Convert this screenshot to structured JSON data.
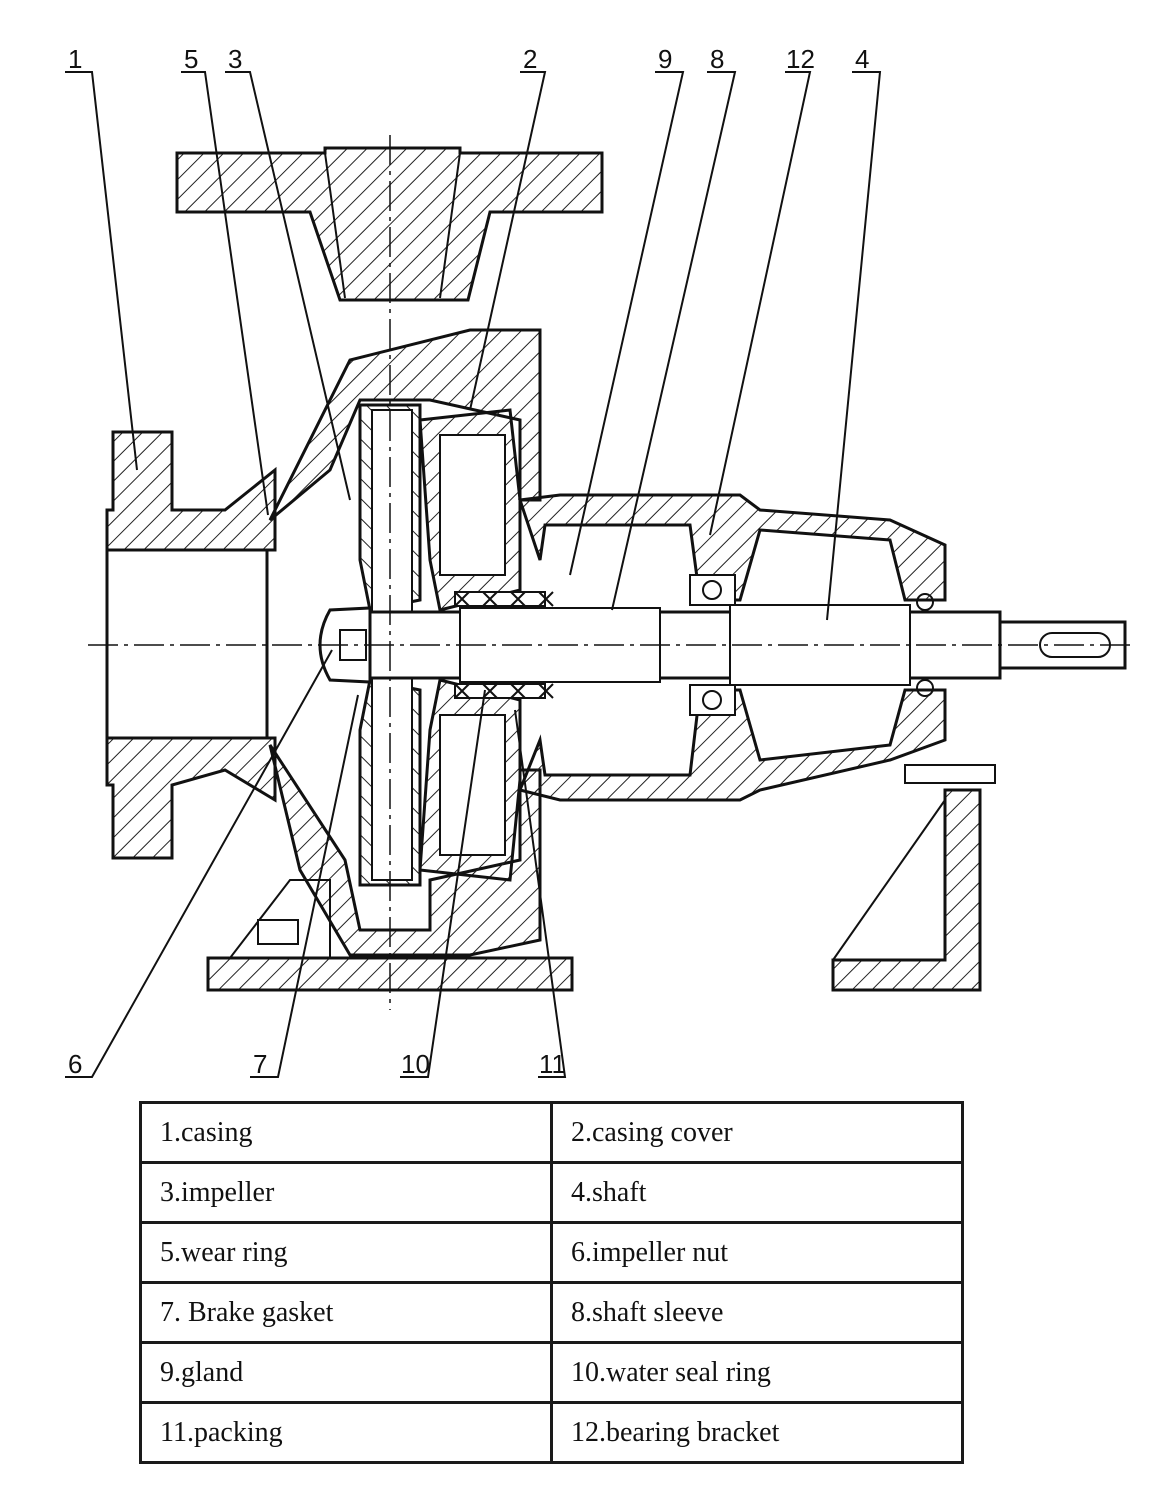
{
  "callouts": [
    {
      "n": "1"
    },
    {
      "n": "5"
    },
    {
      "n": "3"
    },
    {
      "n": "2"
    },
    {
      "n": "9"
    },
    {
      "n": "8"
    },
    {
      "n": "12"
    },
    {
      "n": "4"
    },
    {
      "n": "6"
    },
    {
      "n": "7"
    },
    {
      "n": "10"
    },
    {
      "n": "11"
    }
  ],
  "legend": [
    [
      "1.casing",
      "2.casing cover"
    ],
    [
      "3.impeller",
      "4.shaft"
    ],
    [
      "5.wear ring",
      "6.impeller nut"
    ],
    [
      "7. Brake gasket",
      "8.shaft sleeve"
    ],
    [
      "9.gland",
      "10.water seal ring"
    ],
    [
      "11.packing",
      "12.bearing bracket"
    ]
  ]
}
